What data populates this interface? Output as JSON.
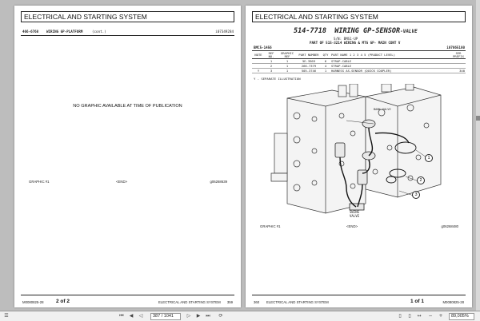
{
  "left_page": {
    "header": "ELECTRICAL AND STARTING SYSTEM",
    "part_no": "466-6768",
    "part_title": "WIRING GP-PLATFORM",
    "cont": "(cont.)",
    "ref_no": "i07349284",
    "no_graphic": "NO GRAPHIC AVAILABLE AT TIME OF PUBLICATION",
    "graphic_label": "GRAPHIC #1",
    "end_label": "<END>",
    "graphic_id": "g06268639",
    "doc_code": "M0080825-28",
    "page_of": "2 of 2",
    "section": "ELECTRICAL AND STARTING SYSTEM",
    "page_num": "359"
  },
  "right_page": {
    "header": "ELECTRICAL AND STARTING SYSTEM",
    "part_no": "514-7718",
    "part_title": "WIRING GP-SENSOR",
    "part_suffix": "-VALVE",
    "sn_line": "S/N: BMS1-UP",
    "part_of": "PART OF 515-3214 WIRING & MTG GP- MAIN CONT V",
    "serial_label": "BMC5-1456",
    "ref_no": "i07865180",
    "table_headers": [
      "NOTE",
      "REF NO.",
      "GRAPHIC REF",
      "PART NUMBER",
      "QTY",
      "PART NAME  1 2 3 4 5 (PRODUCT LEVEL)",
      "SER PREFIX"
    ],
    "rows": [
      {
        "note": "",
        "ref": "1",
        "graphic": "1",
        "part": "5E-3969",
        "qty": "6",
        "name": "STRAP-CABLE",
        "ser": ""
      },
      {
        "note": "",
        "ref": "2",
        "graphic": "1",
        "part": "266-7379",
        "qty": "4",
        "name": "STRAP-CABLE",
        "ser": ""
      },
      {
        "note": "Y",
        "ref": "3",
        "graphic": "1",
        "part": "505-3746",
        "qty": "1",
        "name": "HARNESS AS-SENSOR (QUICK COUPLER)",
        "ser": "340"
      }
    ],
    "footnote": "Y - SEPARATE ILLUSTRATION",
    "callouts": [
      "1",
      "2",
      "3"
    ],
    "diagram_labels": {
      "swing": "SWING VALVE",
      "bank": "BANK VALVE"
    },
    "graphic_label": "GRAPHIC #1",
    "end_label": "<END>",
    "graphic_id": "g06268480",
    "page_num": "360",
    "section": "ELECTRICAL AND STARTING SYSTEM",
    "page_of": "1 of 1",
    "doc_code": "M0080825-28"
  },
  "toolbar": {
    "page_value": "387 / 1041",
    "zoom_value": "89,005%"
  }
}
